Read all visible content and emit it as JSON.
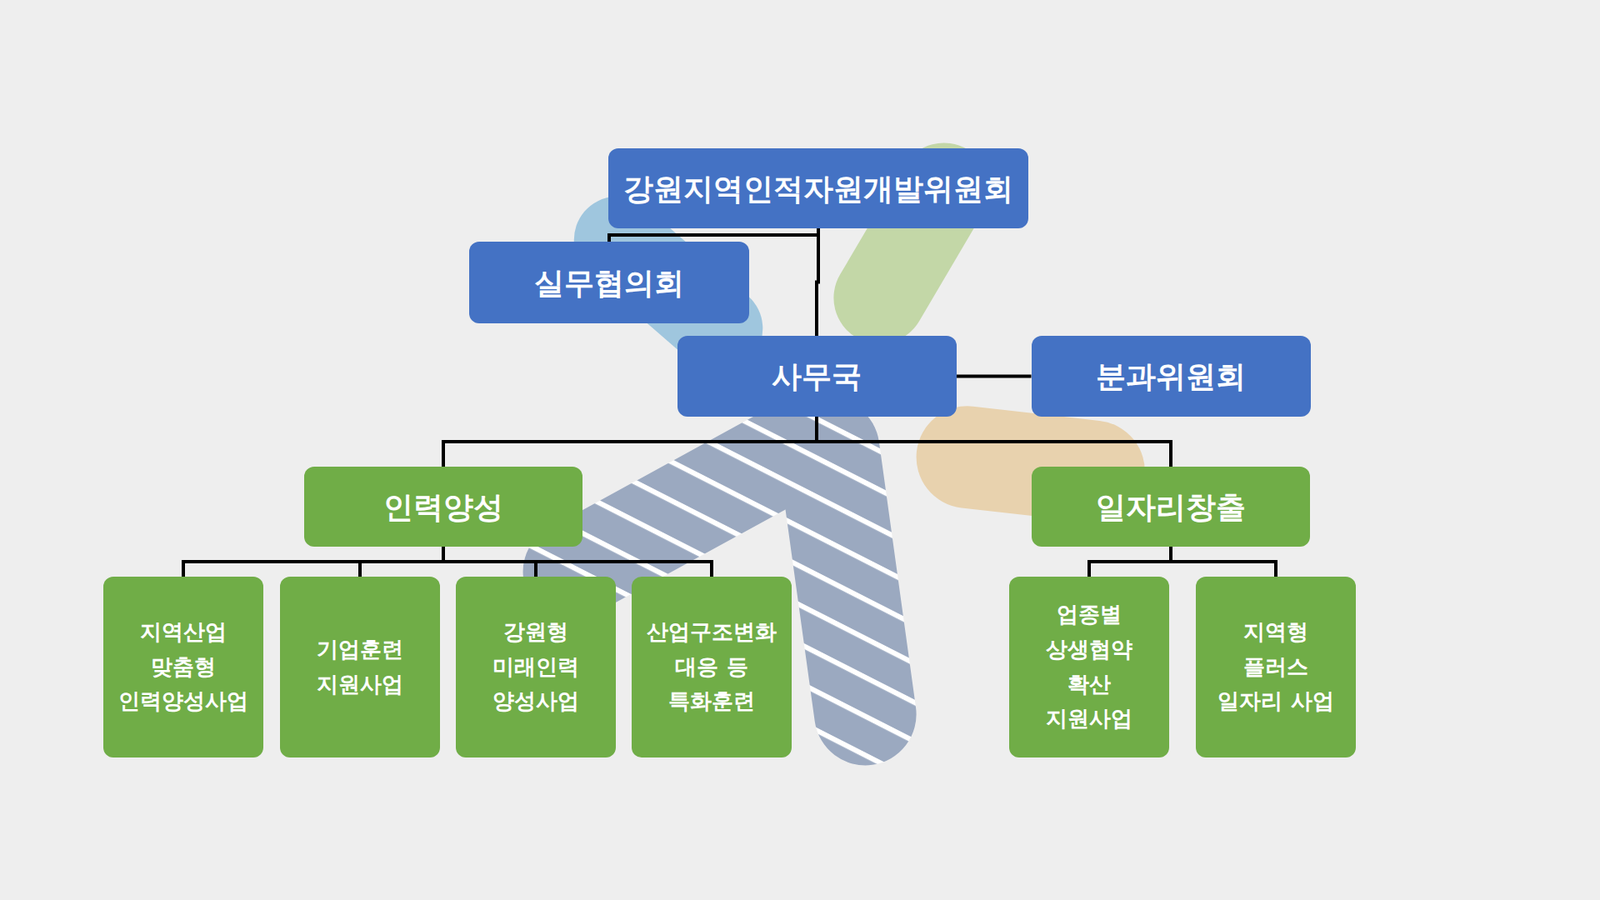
{
  "diagram": {
    "nodes": [
      {
        "text": [
          "강원지역인적자원개발위원회"
        ]
      },
      {
        "text": [
          "실무협의회"
        ]
      },
      {
        "text": [
          "사무국"
        ]
      },
      {
        "text": [
          "분과위원회"
        ]
      },
      {
        "text": [
          "인력양성"
        ]
      },
      {
        "text": [
          "일자리창출"
        ]
      },
      {
        "text": [
          "지역산업 맞춤형 인력양성사업"
        ]
      },
      {
        "text": [
          "기업훈련 지원사업"
        ]
      },
      {
        "text": [
          "강원형 미래인력 양성사업"
        ]
      },
      {
        "text": [
          "산업구조변화 대응 등 특화훈련"
        ]
      },
      {
        "text": [
          "업종별 상생협약 확산 지원사업"
        ]
      },
      {
        "text": [
          "지역형 플러스 일자리 사업"
        ]
      }
    ],
    "edges": [
      {
        "from": 0,
        "to": 1,
        "arrow": "none"
      },
      {
        "from": 0,
        "to": 2,
        "arrow": "none"
      },
      {
        "from": 2,
        "to": 3,
        "arrow": "none"
      },
      {
        "from": 2,
        "to": 4,
        "arrow": "none"
      },
      {
        "from": 2,
        "to": 5,
        "arrow": "none"
      },
      {
        "from": 4,
        "to": 6,
        "arrow": "none"
      },
      {
        "from": 4,
        "to": 7,
        "arrow": "none"
      },
      {
        "from": 4,
        "to": 8,
        "arrow": "none"
      },
      {
        "from": 4,
        "to": 9,
        "arrow": "none"
      },
      {
        "from": 5,
        "to": 10,
        "arrow": "none"
      },
      {
        "from": 5,
        "to": 11,
        "arrow": "none"
      }
    ]
  }
}
